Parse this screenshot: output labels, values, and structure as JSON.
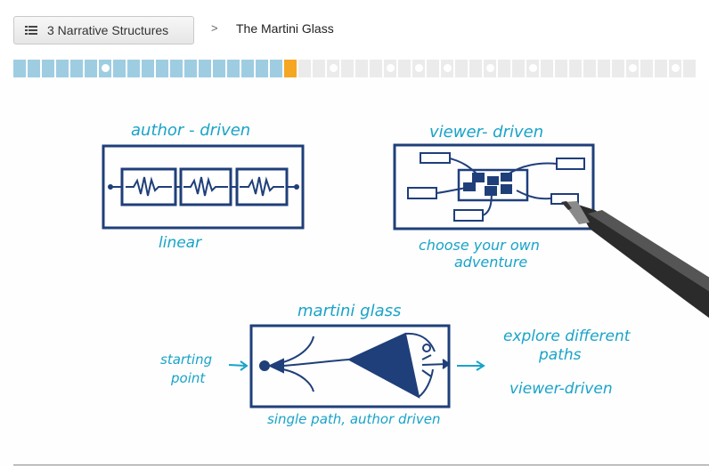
{
  "header": {
    "lesson_button_label": "3 Narrative Structures",
    "separator": ">",
    "title": "The Martini Glass"
  },
  "progress": {
    "segments": [
      "done",
      "done",
      "done",
      "done",
      "done",
      "done",
      "done-dot",
      "done",
      "done",
      "done",
      "done",
      "done",
      "done",
      "done",
      "done",
      "done",
      "done",
      "done",
      "done",
      "current",
      "todo",
      "todo",
      "todo-dot",
      "todo",
      "todo",
      "todo",
      "todo-dot",
      "todo",
      "todo-dot",
      "todo",
      "todo-dot",
      "todo",
      "todo",
      "todo-dot",
      "todo",
      "todo",
      "todo-dot",
      "todo",
      "todo",
      "todo",
      "todo",
      "todo",
      "todo",
      "todo-dot",
      "todo",
      "todo",
      "todo-dot",
      "todo"
    ]
  },
  "video": {
    "author_driven": "author - driven",
    "linear": "linear",
    "viewer_driven": "viewer- driven",
    "choose_line1": "choose your own",
    "choose_line2": "adventure",
    "martini_glass": "martini glass",
    "starting_line1": "starting",
    "starting_line2": "point",
    "single_path": "single path, author driven",
    "explore_line1": "explore different",
    "explore_line2": "paths",
    "viewer_driven_2": "viewer-driven"
  },
  "colors": {
    "ink_dark": "#1f3f7a",
    "ink_cyan": "#19a3c9",
    "progress_done": "#9ecde2",
    "progress_current": "#f5a623",
    "progress_todo": "#ebebeb"
  }
}
